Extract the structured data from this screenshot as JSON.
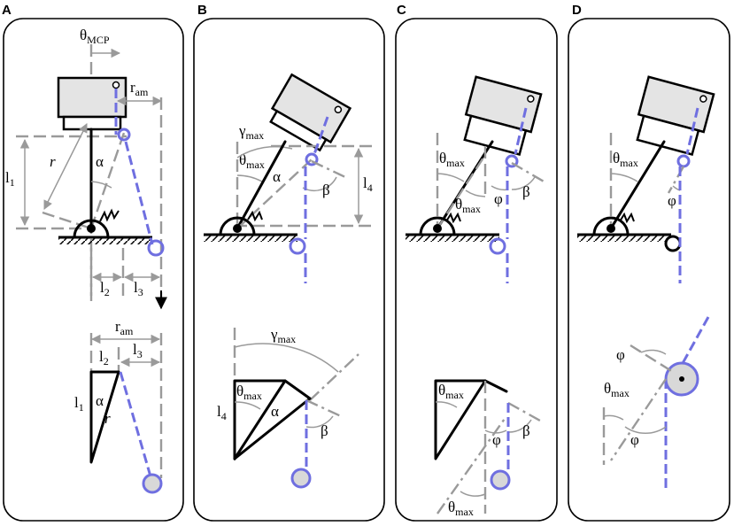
{
  "panels": [
    {
      "letter": "A"
    },
    {
      "letter": "B"
    },
    {
      "letter": "C"
    },
    {
      "letter": "D"
    }
  ],
  "symbols": {
    "theta": "θ",
    "mcp": "MCP",
    "max": "max",
    "r": "r",
    "am": "am",
    "l": "l",
    "one": "1",
    "two": "2",
    "three": "3",
    "four": "4",
    "alpha": "α",
    "beta": "β",
    "gamma": "γ",
    "phi": "φ"
  }
}
